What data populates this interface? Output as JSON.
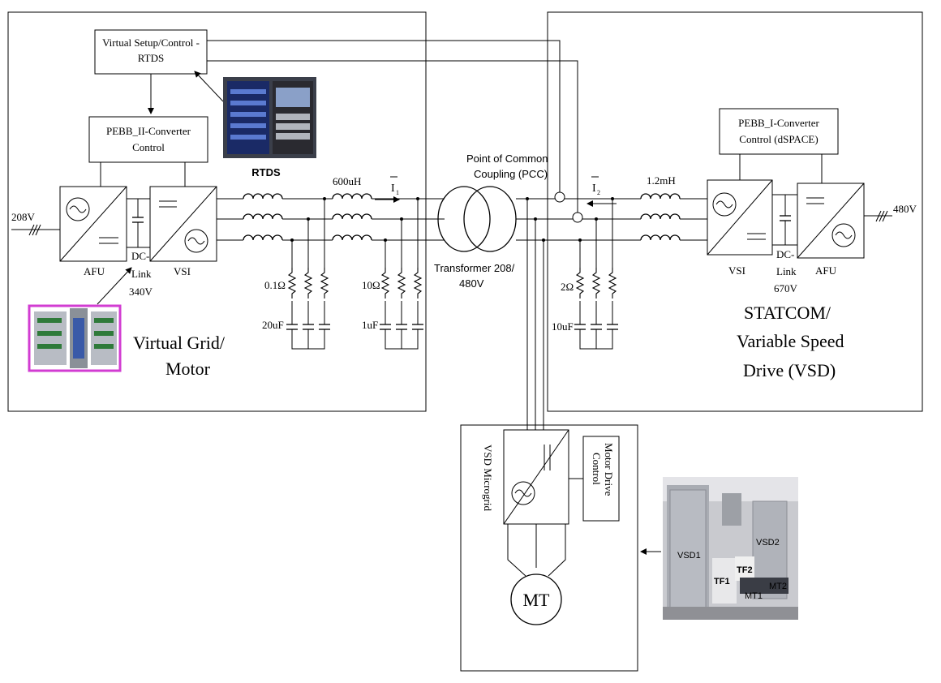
{
  "labels": {
    "rtds_box_line1": "Virtual Setup/Control -",
    "rtds_box_line2": "RTDS",
    "pebb2_line1": "PEBB_II-Converter",
    "pebb2_line2": "Control",
    "pebb1_line1": "PEBB_I-Converter",
    "pebb1_line2": "Control (dSPACE)",
    "rtds_photo_caption": "RTDS",
    "v208": "208V",
    "v480": "480V",
    "afu_left": "AFU",
    "vsi_left": "VSI",
    "dclink_left_1": "DC-",
    "dclink_left_2": "Link",
    "dclink_left_3": "340V",
    "ind_left": "600uH",
    "current1": "I",
    "current1_sub": "1",
    "current2": "I",
    "current2_sub": "2",
    "ind_right": "1.2mH",
    "pcc_1": "Point of Common",
    "pcc_2": "Coupling (PCC)",
    "transformer_1": "Transformer 208/",
    "transformer_2": "480V",
    "r1": "0.1Ω",
    "c1": "20uF",
    "r2": "10Ω",
    "c2": "1uF",
    "r3": "2Ω",
    "c3": "10uF",
    "vsi_right": "VSI",
    "afu_right": "AFU",
    "dclink_right_1": "DC-",
    "dclink_right_2": "Link",
    "dclink_right_3": "670V",
    "virtual_grid_1": "Virtual Grid/",
    "virtual_grid_2": "Motor",
    "statcom_1": "STATCOM/",
    "statcom_2": "Variable Speed",
    "statcom_3": "Drive (VSD)",
    "vsd_microgrid": "VSD Microgrid",
    "motor_drive_1": "Motor Drive",
    "motor_drive_2": "Control",
    "mt": "MT",
    "photo_vsd1": "VSD1",
    "photo_vsd2": "VSD2",
    "photo_tf1": "TF1",
    "photo_tf2": "TF2",
    "photo_mt1": "MT1",
    "photo_mt2": "MT2"
  },
  "colors": {
    "line": "#000000",
    "photo_frame": "#d23cd2",
    "photo_magenta_label": "#e040e0",
    "photo_yellow_label": "#f0f000",
    "photo_cyan_label": "#30c0f0"
  }
}
